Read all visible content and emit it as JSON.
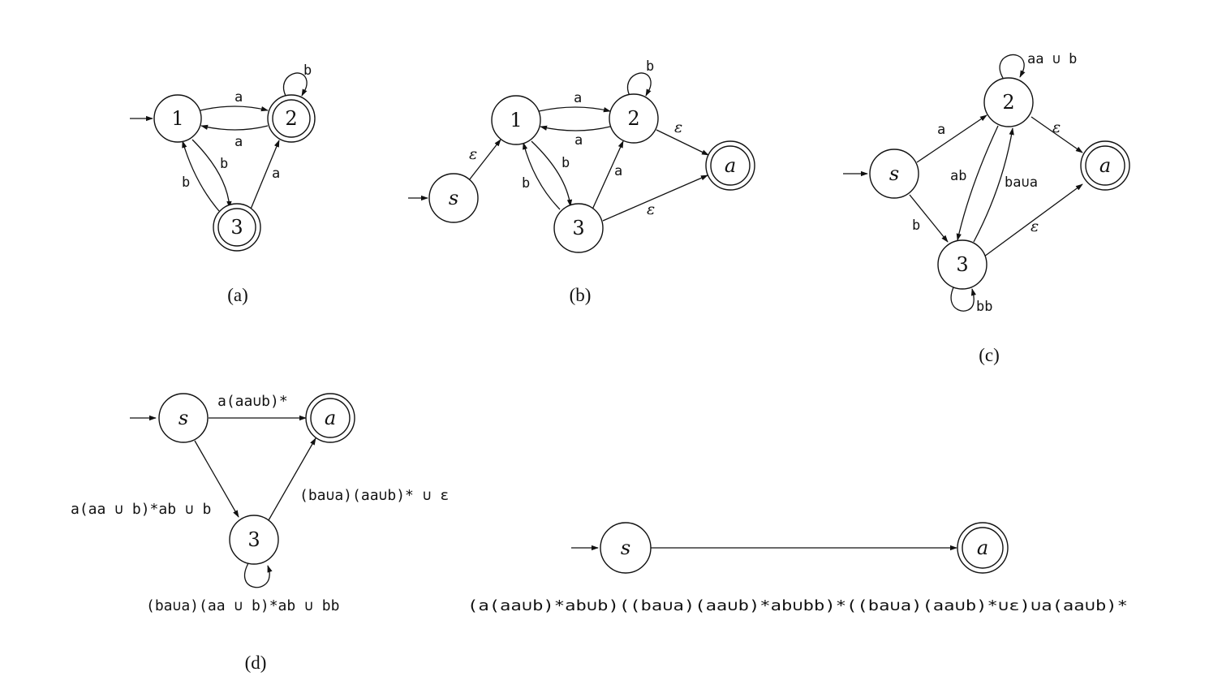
{
  "diagram": {
    "states": {
      "s1": "1",
      "s2": "2",
      "s3": "3",
      "start": "s",
      "accept": "a"
    },
    "captions": {
      "a": "(a)",
      "b": "(b)",
      "c": "(c)",
      "d": "(d)"
    },
    "edge_labels": {
      "a": "a",
      "b": "b",
      "eps": "ε",
      "c_loop2": "aa ∪ b",
      "c_3to2": "ba∪a",
      "c_2to3": "ab",
      "c_loop3": "bb",
      "d_sa": "a(aa∪b)*",
      "d_s3": "a(aa ∪ b)*ab ∪ b",
      "d_3a": "(ba∪a)(aa∪b)* ∪ ε",
      "d_loop3": "(ba∪a)(aa ∪ b)*ab ∪ bb",
      "final": "(a(aa∪b)*ab∪b)((ba∪a)(aa∪b)*ab∪bb)*((ba∪a)(aa∪b)*∪ε)∪a(aa∪b)*"
    }
  },
  "colors": {
    "ink": "#111111",
    "background": "#ffffff"
  }
}
